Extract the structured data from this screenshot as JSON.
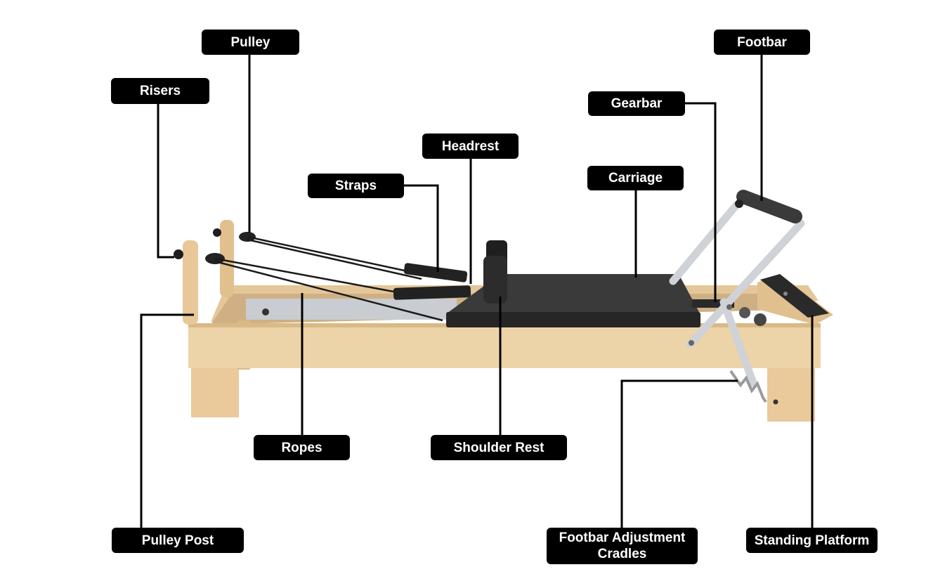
{
  "labels": {
    "pulley": "Pulley",
    "footbar": "Footbar",
    "risers": "Risers",
    "gearbar": "Gearbar",
    "headrest": "Headrest",
    "straps": "Straps",
    "carriage": "Carriage",
    "ropes": "Ropes",
    "shoulder_rest": "Shoulder Rest",
    "pulley_post": "Pulley Post",
    "footbar_adjustment_cradles_line1": "Footbar Adjustment",
    "footbar_adjustment_cradles_line2": "Cradles",
    "standing_platform": "Standing Platform"
  },
  "colors": {
    "label_bg": "#000000",
    "label_text": "#ffffff",
    "wood": "#edd3a8",
    "wood_dark": "#d9b985",
    "upholstery": "#2b2b2b",
    "metal": "#c9ccd0"
  }
}
